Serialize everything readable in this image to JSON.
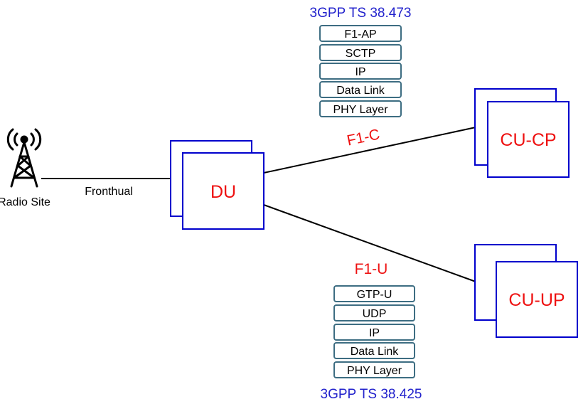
{
  "colors": {
    "node_border": "#0000cc",
    "node_text": "#ee1111",
    "spec_text": "#2222cc",
    "stack_border": "#3d6d82",
    "line": "#000000",
    "text": "#000000"
  },
  "radio_site": {
    "icon": "radio-tower-icon",
    "label": "Radio Site"
  },
  "fronthaul": {
    "label": "Fronthual"
  },
  "nodes": {
    "du": "DU",
    "cu_cp": "CU-CP",
    "cu_up": "CU-UP"
  },
  "f1_c": {
    "label": "F1-C",
    "spec": "3GPP TS 38.473",
    "stack": [
      "F1-AP",
      "SCTP",
      "IP",
      "Data Link",
      "PHY Layer"
    ]
  },
  "f1_u": {
    "label": "F1-U",
    "spec": "3GPP TS 38.425",
    "stack": [
      "GTP-U",
      "UDP",
      "IP",
      "Data Link",
      "PHY Layer"
    ]
  }
}
